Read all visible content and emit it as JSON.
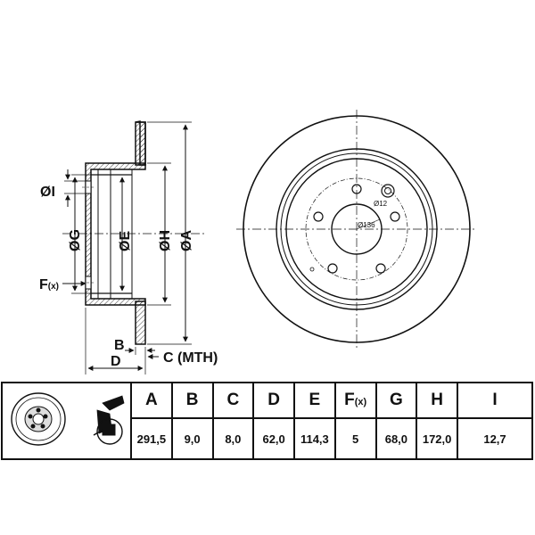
{
  "labels": {
    "dim_i": "ØI",
    "dim_g": "ØG",
    "dim_e": "ØE",
    "dim_h": "ØH",
    "dim_a": "ØA",
    "dim_f": "F",
    "dim_f_sub": "(x)",
    "dim_b": "B",
    "dim_c": "C (MTH)",
    "dim_d": "D",
    "bolt_hole_dia": "Ø12",
    "bolt_circle_dia": "Ø136"
  },
  "table": {
    "headers": [
      "A",
      "B",
      "C",
      "D",
      "E",
      "F",
      "G",
      "H",
      "I"
    ],
    "header_f_sub": "(x)",
    "values": [
      "291,5",
      "9,0",
      "8,0",
      "62,0",
      "114,3",
      "5",
      "68,0",
      "172,0",
      "12,7"
    ]
  },
  "icons": [
    "brake-disc-icon",
    "caliper-warning-icon"
  ]
}
